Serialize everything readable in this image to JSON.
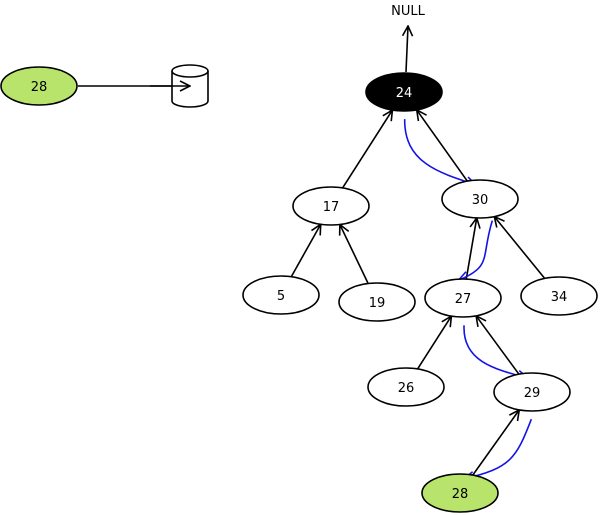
{
  "colors": {
    "node_fill": "#ffffff",
    "root_fill": "#000000",
    "highlight_fill": "#b9e46b",
    "edge": "#000000",
    "path": "#1414e6",
    "text": "#000000",
    "root_text": "#ffffff"
  },
  "diagram": {
    "null_label": "NULL",
    "input_node": {
      "label": "28",
      "fill": "highlight"
    },
    "storage_icon": "cylinder-storage-icon",
    "nodes": [
      {
        "id": "n24",
        "label": "24",
        "fill": "root"
      },
      {
        "id": "n17",
        "label": "17",
        "fill": "normal"
      },
      {
        "id": "n30",
        "label": "30",
        "fill": "normal"
      },
      {
        "id": "n5",
        "label": "5",
        "fill": "normal"
      },
      {
        "id": "n19",
        "label": "19",
        "fill": "normal"
      },
      {
        "id": "n27",
        "label": "27",
        "fill": "normal"
      },
      {
        "id": "n34",
        "label": "34",
        "fill": "normal"
      },
      {
        "id": "n26",
        "label": "26",
        "fill": "normal"
      },
      {
        "id": "n29",
        "label": "29",
        "fill": "normal"
      },
      {
        "id": "n28",
        "label": "28",
        "fill": "highlight"
      }
    ],
    "edges": [
      {
        "from": "n17",
        "to": "n24"
      },
      {
        "from": "n30",
        "to": "n24"
      },
      {
        "from": "n5",
        "to": "n17"
      },
      {
        "from": "n19",
        "to": "n17"
      },
      {
        "from": "n27",
        "to": "n30"
      },
      {
        "from": "n34",
        "to": "n30"
      },
      {
        "from": "n26",
        "to": "n27"
      },
      {
        "from": "n29",
        "to": "n27"
      },
      {
        "from": "n28",
        "to": "n29"
      }
    ],
    "search_path": [
      "n24",
      "n30",
      "n27",
      "n29",
      "n28"
    ]
  }
}
